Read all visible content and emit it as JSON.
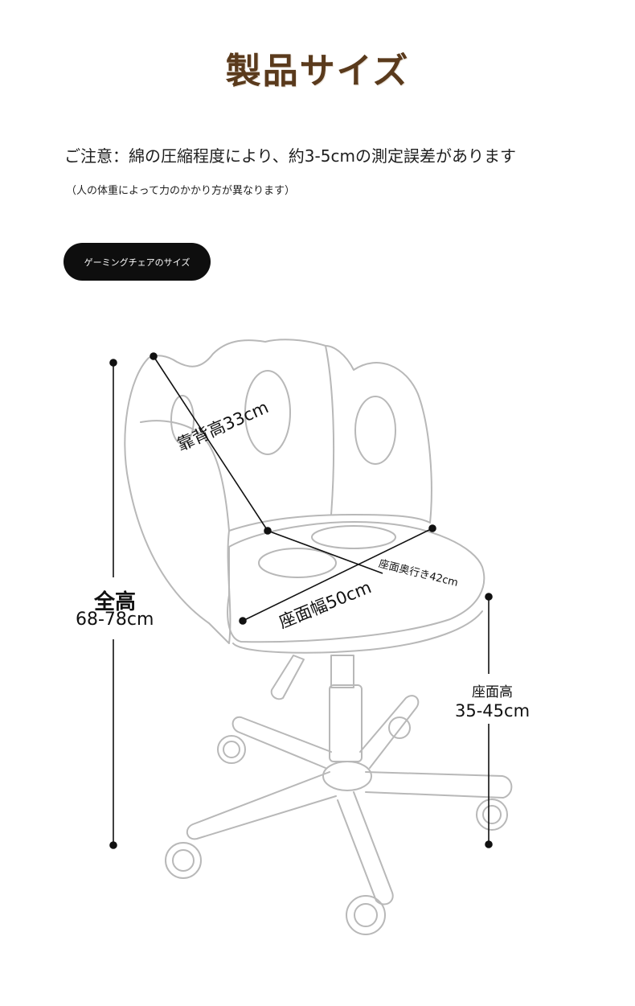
{
  "header": {
    "title": "製品サイズ"
  },
  "notes": {
    "main": "ご注意：綿の圧縮程度により、約3-5cmの測定誤差があります",
    "sub": "（人の体重によって力のかかり方が異なります）"
  },
  "section": {
    "pill_label": "ゲーミングチェアのサイズ"
  },
  "dimensions": {
    "total_height_title": "全高",
    "total_height_value": "68-78cm",
    "back_height": "靠背高33cm",
    "seat_width": "座面幅50cm",
    "seat_depth": "座面奥行き42cm",
    "seat_height_title": "座面高",
    "seat_height_value": "35-45cm"
  },
  "colors": {
    "title": "#5a3a1c",
    "pill_bg": "#0e0e0e",
    "outline": "#b8b8b8",
    "measure": "#111111"
  }
}
